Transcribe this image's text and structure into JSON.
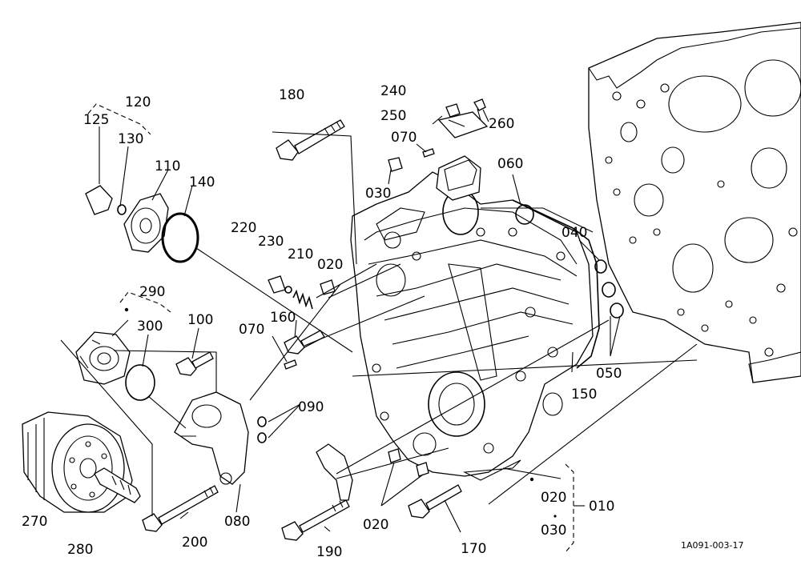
{
  "labels": {
    "p120": "120",
    "p125": "125",
    "p130": "130",
    "p110": "110",
    "p140": "140",
    "p180": "180",
    "p240": "240",
    "p250": "250",
    "p260": "260",
    "p070a": "070",
    "p060": "060",
    "p030a": "030",
    "p220": "220",
    "p230": "230",
    "p210": "210",
    "p020a": "020",
    "p040": "040",
    "p290": "290",
    "p300": "300",
    "p100": "100",
    "p160": "160",
    "p070b": "070",
    "p050": "050",
    "p150": "150",
    "p090": "090",
    "p270": "270",
    "p280": "280",
    "p080": "080",
    "p200": "200",
    "p190": "190",
    "p020b": "020",
    "p170": "170",
    "p020c": "020",
    "p010": "010",
    "p030b": "030"
  },
  "reference": "1A091-003-17"
}
